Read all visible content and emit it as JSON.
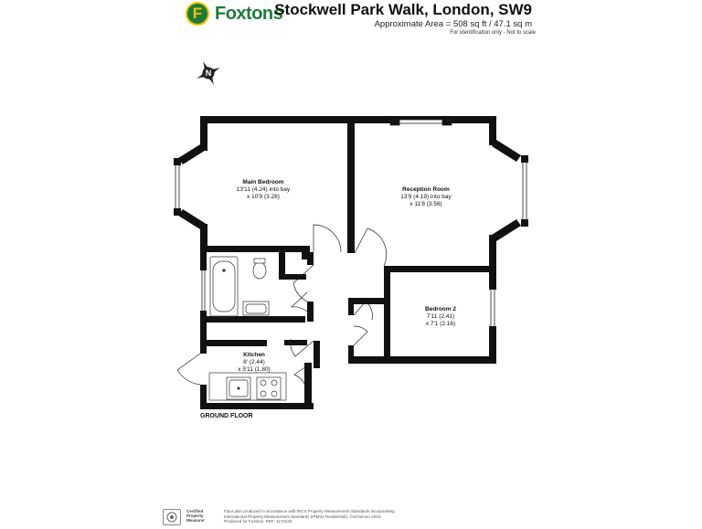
{
  "brand": {
    "logo_letter": "F",
    "logo_name": "Foxtons",
    "green": "#1f7a3a",
    "yellow": "#f2c200"
  },
  "header": {
    "title": "Stockwell Park Walk, London, SW9",
    "area": "Approximate Area = 508 sq ft / 47.1 sq m",
    "note": "For identification only - Not to scale"
  },
  "compass": {
    "icon": "compass-north-icon",
    "letter": "N"
  },
  "rooms": {
    "main_bedroom": {
      "name": "Main Bedroom",
      "dim1": "13'11 (4.24) into bay",
      "dim2": "x 10'9 (3.28)"
    },
    "reception": {
      "name": "Reception Room",
      "dim1": "13'9 (4.19) into bay",
      "dim2": "x 11'8 (3.56)"
    },
    "bedroom2": {
      "name": "Bedroom 2",
      "dim1": "7'11 (2.41)",
      "dim2": "x 7'1 (2.16)"
    },
    "kitchen": {
      "name": "Kitchen",
      "dim1": "8' (2.44)",
      "dim2": "x 5'11 (1.80)"
    }
  },
  "floor_label": "GROUND FLOOR",
  "footer": {
    "rics_badge_icon": "rics-badge-icon",
    "rics_line1": "Certified",
    "rics_line2": "Property",
    "rics_line3": "Measurer",
    "disclaimer1": "Floor plan produced in accordance with RICS Property Measurement Standards incorporating",
    "disclaimer2": "International Property Measurement Standards (IPMS2 Residential). ©nichecom 2024.",
    "disclaimer3": "Produced for Foxtons.  REF: 1173130"
  }
}
